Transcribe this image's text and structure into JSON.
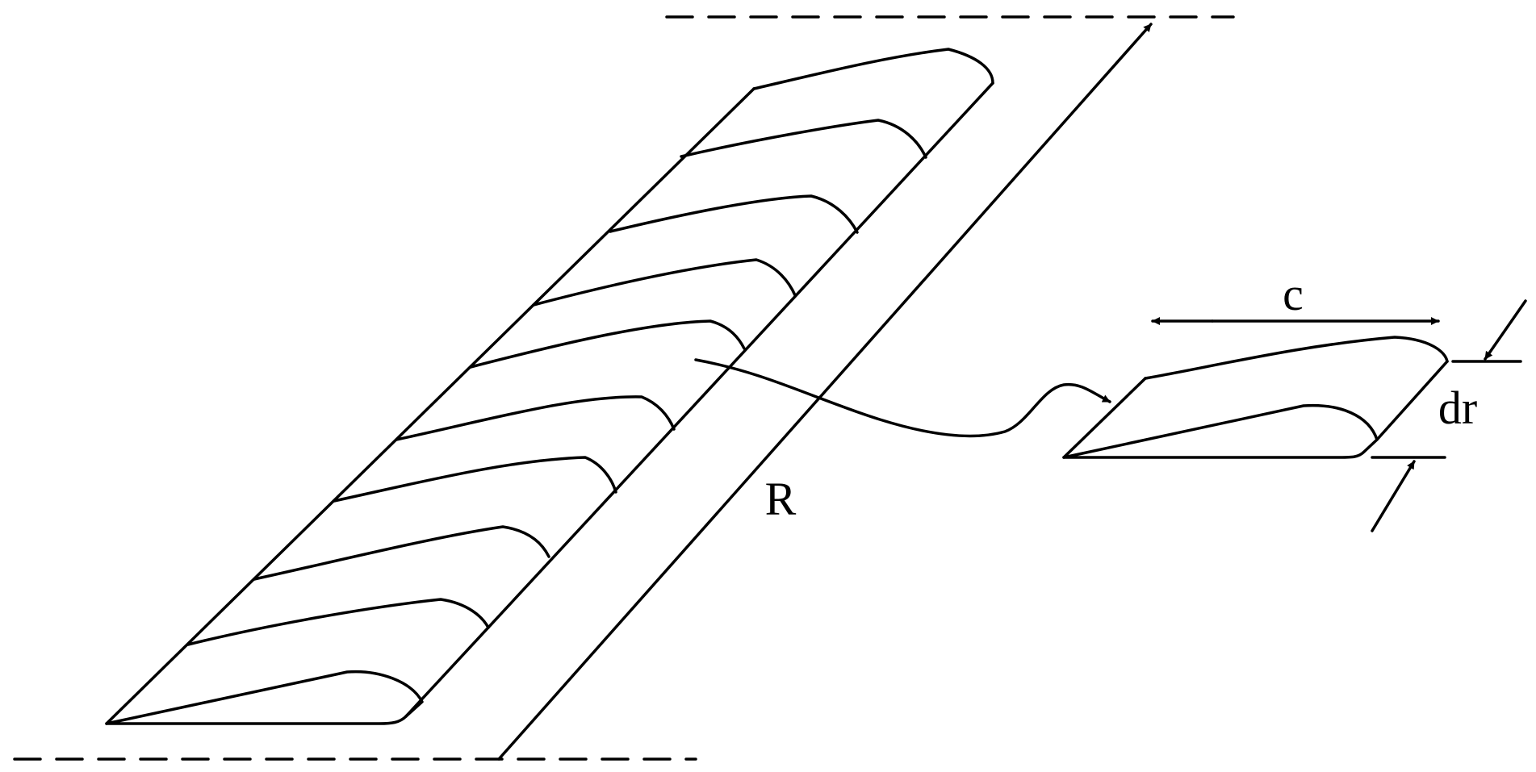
{
  "labels": {
    "radius": "R",
    "chord": "c",
    "element_width": "dr"
  },
  "colors": {
    "stroke": "#000000",
    "background": "#ffffff"
  }
}
